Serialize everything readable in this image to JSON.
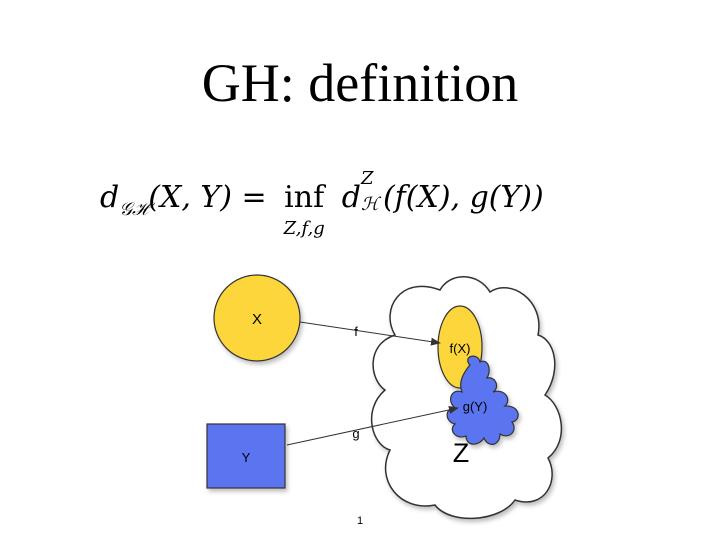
{
  "title": "GH: definition",
  "formula": {
    "lhs_d": "d",
    "lhs_sub": "𝒢ℋ",
    "lhs_args": "(X, Y) =",
    "inf": "inf",
    "inf_under": "Z,f,g",
    "rhs_d": "d",
    "rhs_sup": "Z",
    "rhs_sub": "ℋ",
    "rhs_args": "(f(X), g(Y))"
  },
  "diagram": {
    "x_label": "X",
    "y_label": "Y",
    "f_label": "f",
    "g_label": "g",
    "fx_label": "f(X)",
    "gy_label": "g(Y)",
    "z_label": "Z",
    "colors": {
      "yellow": "#fcd63a",
      "blue": "#5a74ef",
      "outline": "#333333"
    }
  },
  "page_number": "1"
}
